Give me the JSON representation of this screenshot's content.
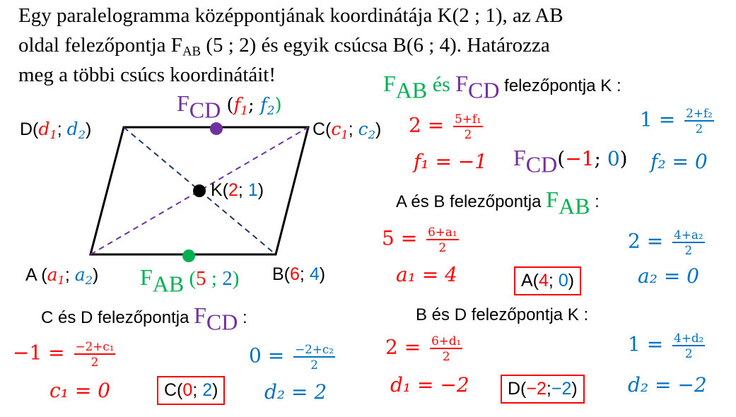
{
  "title": {
    "line1": "Egy paralelogramma középpontjának koordinátája K(2 ; 1), az AB",
    "line2a": "oldal felezőpontja F",
    "line2sub": "AB",
    "line2b": " (5 ; 2) és egyik csúcsa B(6 ; 4). Határozza",
    "line3": "meg a többi csúcs koordinátáit!"
  },
  "colors": {
    "red": "#ff0000",
    "blue": "#0070c0",
    "green": "#00b050",
    "purple": "#7030a0"
  },
  "diagram": {
    "D": {
      "name": "D(",
      "v1": "d",
      "s1": "1",
      "sep": "; ",
      "v2": "d",
      "s2": "2",
      "close": ")"
    },
    "C": {
      "name": "C(",
      "v1": "c",
      "s1": "1",
      "sep": "; ",
      "v2": "c",
      "s2": "2",
      "close": ")"
    },
    "A": {
      "name": "A (",
      "v1": "a",
      "s1": "1",
      "sep": "; ",
      "v2": "a",
      "s2": "2",
      "close": ")"
    },
    "B": {
      "name": "B(",
      "x": "6",
      "sep": "; ",
      "y": "4",
      "close": ")"
    },
    "K": {
      "name": "K(",
      "x": "2",
      "sep": "; ",
      "y": "1",
      "close": ")"
    },
    "FCD": {
      "F": "F",
      "sub": "CD",
      "open": " (",
      "v1": "f",
      "s1": "1",
      "sep": "; ",
      "v2": "f",
      "s2": "2",
      "close": ")"
    },
    "FAB": {
      "F": "F",
      "sub": "AB",
      "open": " (",
      "x": "5",
      "sep": " ; ",
      "y": "2",
      "close": ")"
    }
  },
  "s1": {
    "head": {
      "F1": "F",
      "sub1": "AB",
      "and": " és ",
      "F2": "F",
      "sub2": "CD",
      "rest": " felezőpontja K :"
    },
    "eq1": {
      "lhs": "2 = ",
      "num": "5+f₁",
      "den": "2"
    },
    "res1": "f₁ = −1",
    "eq2": {
      "lhs": "1 = ",
      "num": "2+f₂",
      "den": "2"
    },
    "res2": "f₂ = 0",
    "point": {
      "F": "F",
      "sub": "CD",
      "open": "(",
      "x": "−1",
      "sep": "; ",
      "y": "0",
      "close": ")"
    }
  },
  "s2": {
    "head": {
      "text": "A és B felezőpontja ",
      "F": "F",
      "sub": "AB",
      "colon": " :"
    },
    "eq1": {
      "lhs": "5 = ",
      "num": "6+a₁",
      "den": "2"
    },
    "res1": "a₁ = 4",
    "eq2": {
      "lhs": "2 = ",
      "num": "4+a₂",
      "den": "2"
    },
    "res2": "a₂ = 0",
    "point": {
      "name": "A(",
      "x": "4",
      "sep": "; ",
      "y": "0",
      "close": ")"
    }
  },
  "s3": {
    "head": {
      "text": "C és D felezőpontja ",
      "F": "F",
      "sub": "CD",
      "colon": " :"
    },
    "eq1": {
      "lhs": "−1 = ",
      "num": "−2+c₁",
      "den": "2"
    },
    "res1": "c₁ = 0",
    "eq2": {
      "lhs": "0 = ",
      "num": "−2+c₂",
      "den": "2"
    },
    "res2": "d₂ = 2",
    "point": {
      "name": "C(",
      "x": "0",
      "sep": "; ",
      "y": "2",
      "close": ")"
    }
  },
  "s4": {
    "head": {
      "text": "B és D felezőpontja K :"
    },
    "eq1": {
      "lhs": "2 = ",
      "num": "6+d₁",
      "den": "2"
    },
    "res1": "d₁ = −2",
    "eq2": {
      "lhs": "1 = ",
      "num": "4+d₂",
      "den": "2"
    },
    "res2": "d₂ = −2",
    "point": {
      "name": "D(",
      "x": "−2",
      "sep": ";",
      "y": "−2",
      "close": ")"
    }
  }
}
